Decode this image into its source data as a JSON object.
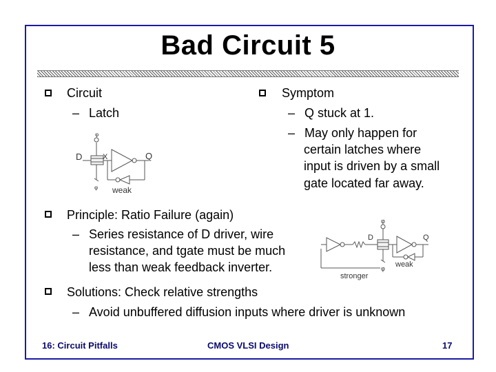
{
  "title": "Bad Circuit 5",
  "left_col": {
    "heading": "Circuit",
    "sub": "Latch"
  },
  "right_col": {
    "heading": "Symptom",
    "items": [
      "Q stuck at 1.",
      "May only happen for",
      "certain latches where",
      "input is driven by a small",
      "gate located far away."
    ]
  },
  "latch_diagram": {
    "label_d": "D",
    "label_x": "X",
    "label_q": "Q",
    "label_weak": "weak",
    "phi_top": "φ",
    "phi_bottom": "φ"
  },
  "principle": {
    "heading": "Principle: Ratio Failure (again)",
    "lines": [
      "Series resistance of D driver, wire",
      "resistance, and tgate must be much",
      "less than weak feedback inverter."
    ]
  },
  "driver_diagram": {
    "label_d": "D",
    "label_q": "Q",
    "label_weak": "weak",
    "label_stronger": "stronger",
    "phi_top": "φ",
    "phi_bottom": "φ"
  },
  "solutions": {
    "heading": "Solutions: Check relative strengths",
    "sub": "Avoid unbuffered diffusion inputs where driver is unknown"
  },
  "footer": {
    "left": "16: Circuit Pitfalls",
    "center": "CMOS VLSI Design",
    "right": "17"
  }
}
